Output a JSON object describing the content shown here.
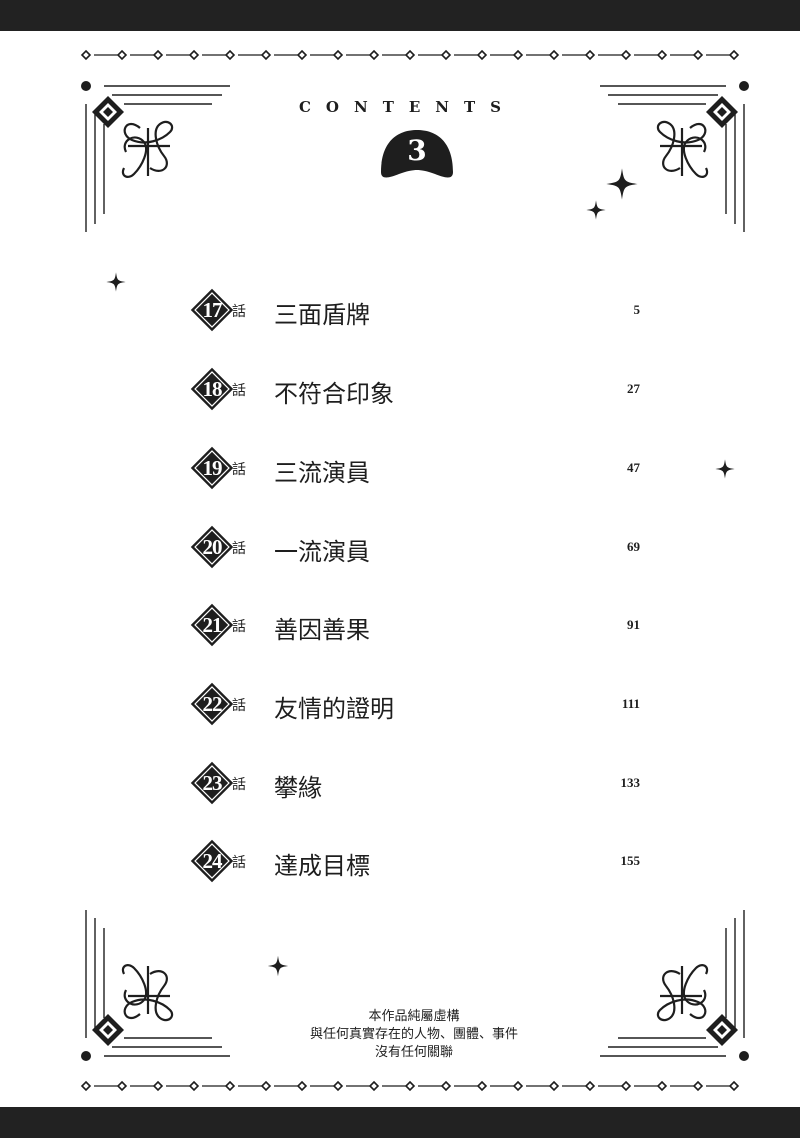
{
  "header": {
    "title": "CONTENTS",
    "volume": "3"
  },
  "chapter_suffix": "話",
  "chapters": [
    {
      "number": "17",
      "title": "三面盾牌",
      "page": "5"
    },
    {
      "number": "18",
      "title": "不符合印象",
      "page": "27"
    },
    {
      "number": "19",
      "title": "三流演員",
      "page": "47"
    },
    {
      "number": "20",
      "title": "一流演員",
      "page": "69"
    },
    {
      "number": "21",
      "title": "善因善果",
      "page": "91"
    },
    {
      "number": "22",
      "title": "友情的證明",
      "page": "111"
    },
    {
      "number": "23",
      "title": "攀緣",
      "page": "133"
    },
    {
      "number": "24",
      "title": "達成目標",
      "page": "155"
    }
  ],
  "disclaimer": [
    "本作品純屬虛構",
    "與任何真實存在的人物、團體、事件",
    "沒有任何關聯"
  ],
  "colors": {
    "ink": "#1e1e1e",
    "band": "#222222",
    "paper": "#ffffff"
  }
}
